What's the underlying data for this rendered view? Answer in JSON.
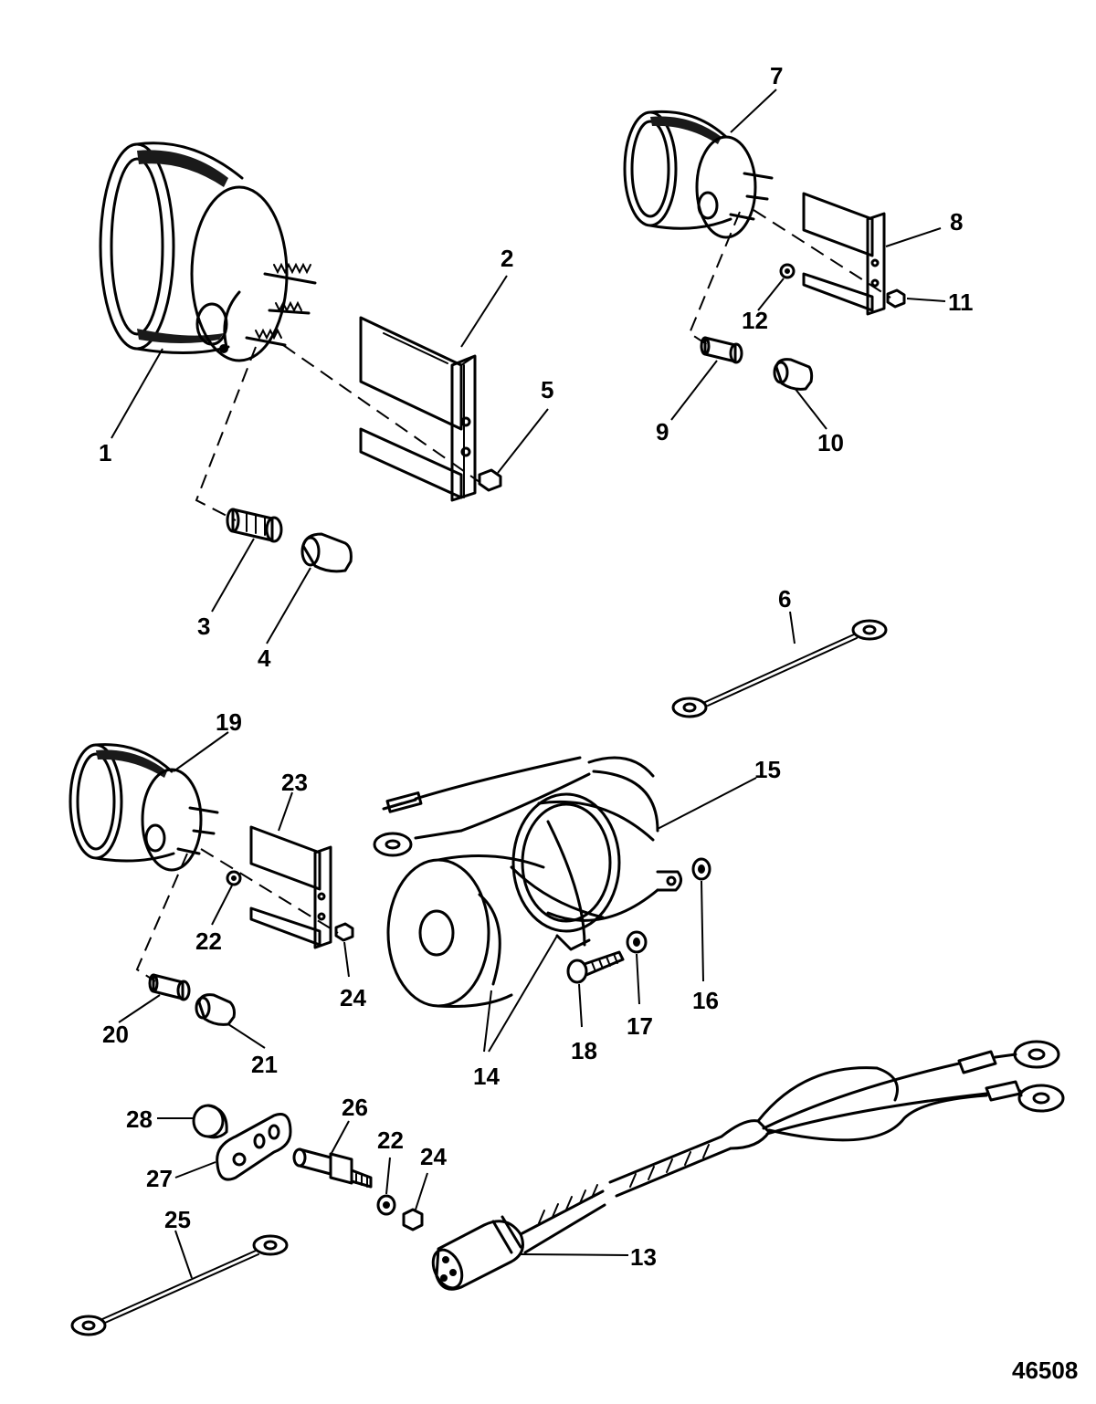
{
  "figure_number": "46508",
  "callouts": [
    {
      "id": "c1",
      "label": "1"
    },
    {
      "id": "c2",
      "label": "2"
    },
    {
      "id": "c3",
      "label": "3"
    },
    {
      "id": "c4",
      "label": "4"
    },
    {
      "id": "c5",
      "label": "5"
    },
    {
      "id": "c6",
      "label": "6"
    },
    {
      "id": "c7",
      "label": "7"
    },
    {
      "id": "c8",
      "label": "8"
    },
    {
      "id": "c9",
      "label": "9"
    },
    {
      "id": "c10",
      "label": "10"
    },
    {
      "id": "c11",
      "label": "11"
    },
    {
      "id": "c12",
      "label": "12"
    },
    {
      "id": "c13",
      "label": "13"
    },
    {
      "id": "c14",
      "label": "14"
    },
    {
      "id": "c15",
      "label": "15"
    },
    {
      "id": "c16",
      "label": "16"
    },
    {
      "id": "c17",
      "label": "17"
    },
    {
      "id": "c18",
      "label": "18"
    },
    {
      "id": "c19",
      "label": "19"
    },
    {
      "id": "c20",
      "label": "20"
    },
    {
      "id": "c21",
      "label": "21"
    },
    {
      "id": "c22a",
      "label": "22"
    },
    {
      "id": "c23",
      "label": "23"
    },
    {
      "id": "c24a",
      "label": "24"
    },
    {
      "id": "c25",
      "label": "25"
    },
    {
      "id": "c26",
      "label": "26"
    },
    {
      "id": "c27",
      "label": "27"
    },
    {
      "id": "c28",
      "label": "28"
    },
    {
      "id": "c22b",
      "label": "22"
    },
    {
      "id": "c24b",
      "label": "24"
    }
  ]
}
